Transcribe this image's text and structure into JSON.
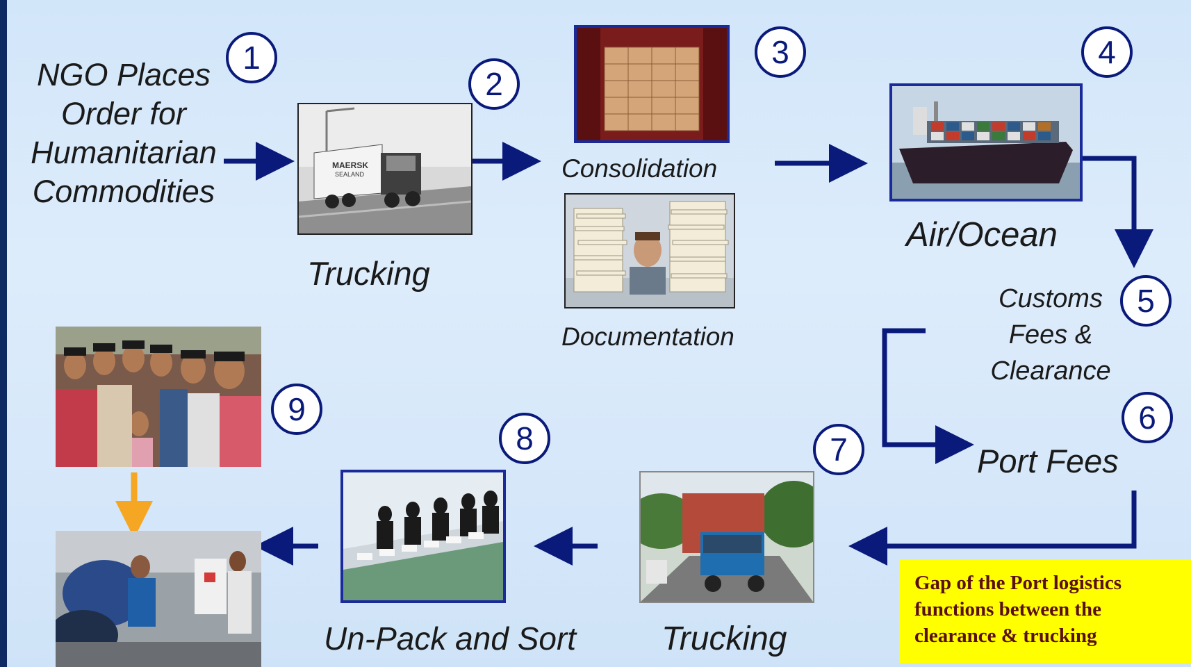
{
  "steps": {
    "s1": {
      "num": "1",
      "label_lines": [
        "NGO Places",
        "Order for",
        "Humanitarian",
        "Commodities"
      ]
    },
    "s2": {
      "num": "2",
      "label": "Trucking"
    },
    "s3": {
      "num": "3",
      "label": "Consolidation",
      "label_b": "Documentation"
    },
    "s4": {
      "num": "4",
      "label": "Air/Ocean"
    },
    "s5": {
      "num": "5",
      "label_lines": [
        "Customs",
        "Fees &",
        "Clearance"
      ]
    },
    "s6": {
      "num": "6",
      "label": "Port Fees"
    },
    "s7": {
      "num": "7",
      "label": "Trucking"
    },
    "s8": {
      "num": "8",
      "label": "Un-Pack and Sort"
    },
    "s9": {
      "num": "9"
    }
  },
  "truck_logo": [
    "MAERSK",
    "SEALAND"
  ],
  "note": {
    "lines": [
      "Gap of the Port logistics",
      "functions  between the",
      "clearance & trucking"
    ]
  },
  "colors": {
    "arrow": "#0a1a7a",
    "accent_arrow": "#f5a623",
    "note_bg": "#ffff00",
    "note_text": "#5a0f0f",
    "frame": "#0d2a63"
  }
}
